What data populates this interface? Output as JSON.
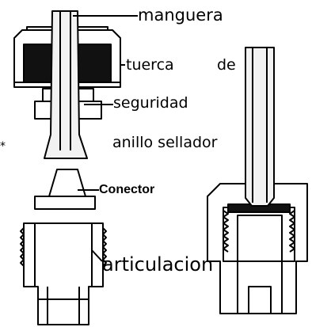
{
  "labels": {
    "hose": "manguera",
    "nut_line1": "tuerca",
    "nut_line2": "de",
    "safety": "seguridad",
    "seal_ring": "anillo sellador",
    "connector": "Conector",
    "joint": "articulacion",
    "marker": "*"
  },
  "colors": {
    "line": "#000000",
    "thread_fill": "#111111",
    "part_fill": "#ffffff",
    "tube_fill": "#f2f2f2"
  }
}
